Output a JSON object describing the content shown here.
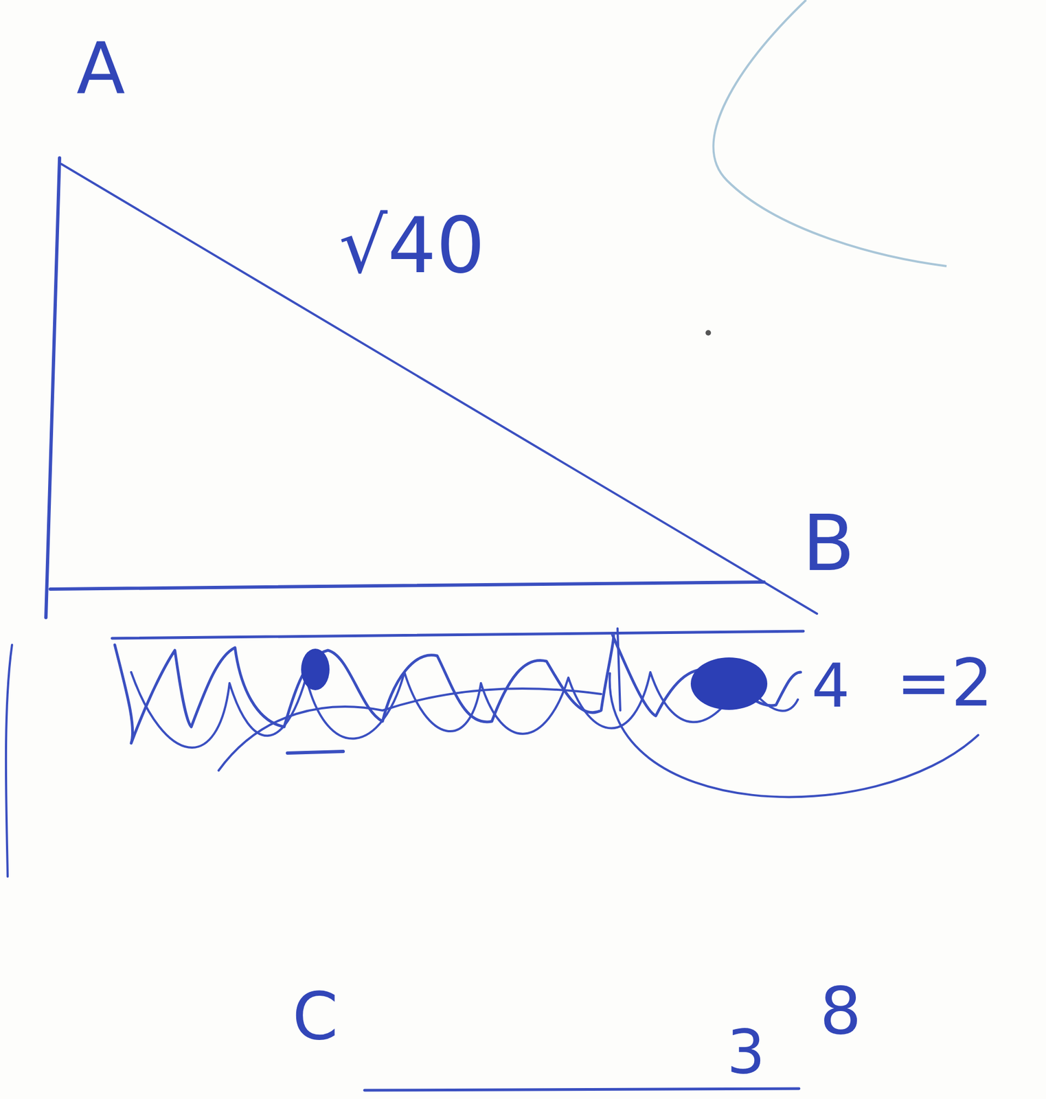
{
  "diagram": {
    "labels": [
      "A",
      "√40",
      "B",
      "4",
      "=2",
      "C",
      "8",
      "3"
    ]
  }
}
